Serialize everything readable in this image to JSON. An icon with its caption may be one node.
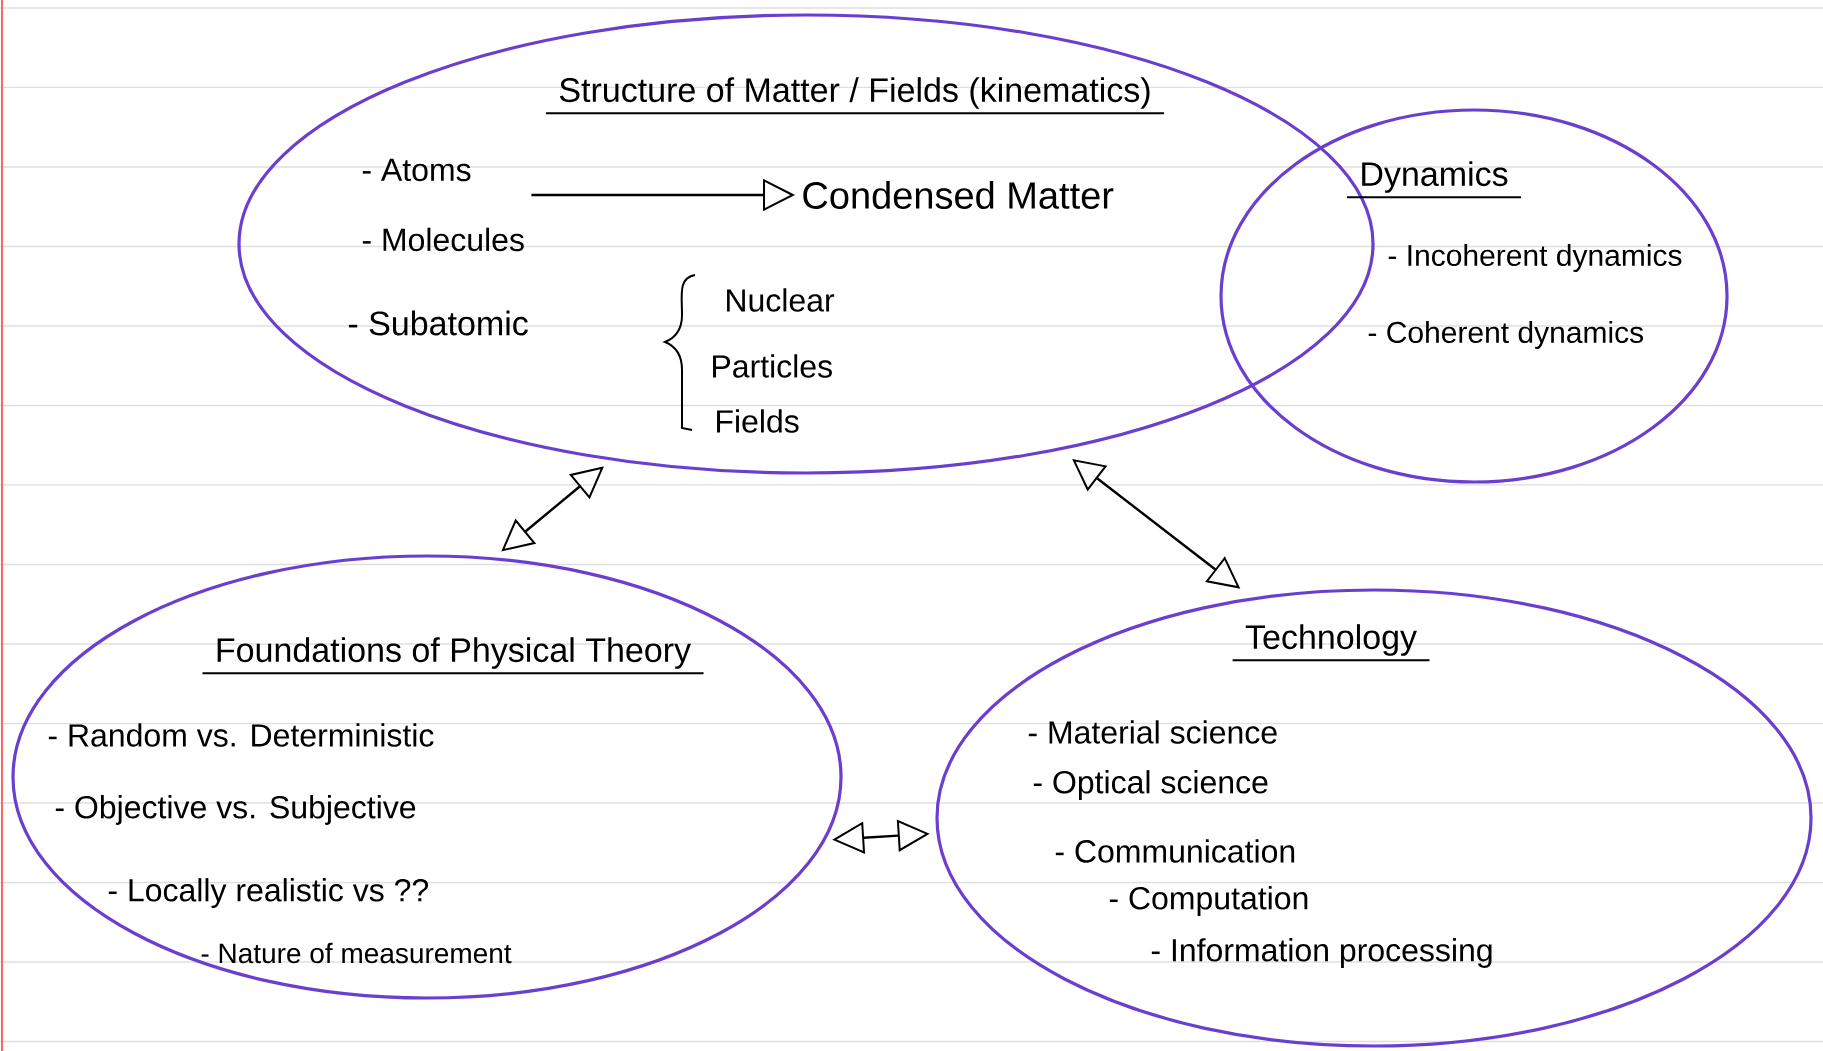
{
  "diagram": {
    "nodes": [
      {
        "text": [
          "Structure of Matter / Fields (kinematics)",
          "- Subatomic",
          "Nuclear",
          "Particles",
          "Fields"
        ]
      },
      {
        "text": [
          "- Atoms",
          "- Molecules"
        ],
        "in": 0
      },
      {
        "text": [
          "Condensed Matter"
        ],
        "in": 0
      },
      {
        "text": [
          "Dynamics",
          "- Incoherent dynamics",
          "- Coherent dynamics"
        ]
      },
      {
        "text": [
          "Foundations of Physical Theory",
          "- Random vs. Deterministic",
          "- Objective vs. Subjective",
          "- Locally realistic vs ??",
          "- Nature of measurement"
        ]
      },
      {
        "text": [
          "Technology",
          "- Material science",
          "- Optical science",
          "- Communication",
          "- Computation",
          "- Information processing"
        ]
      }
    ],
    "edges": [
      {
        "from": 0,
        "to": 4,
        "arrow": "both"
      },
      {
        "from": 0,
        "to": 5,
        "arrow": "both"
      },
      {
        "from": 4,
        "to": 5,
        "arrow": "both"
      },
      {
        "from": 1,
        "to": 2,
        "arrow": "to"
      }
    ]
  }
}
